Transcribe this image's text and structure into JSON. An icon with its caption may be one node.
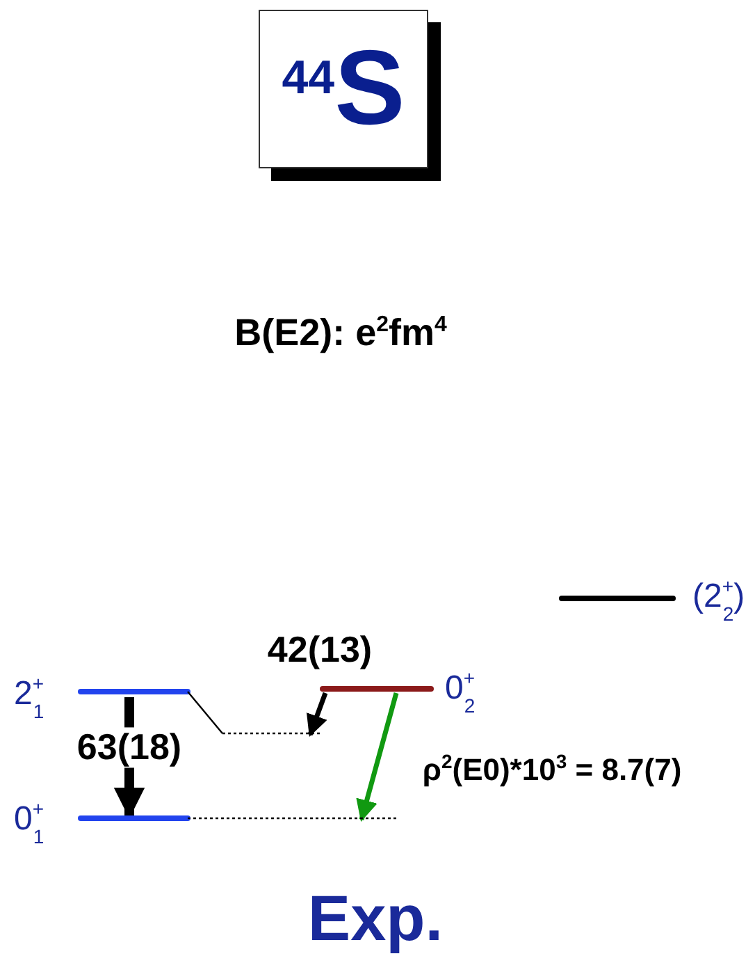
{
  "diagram": {
    "nodes": [
      {
        "text": [
          "$^{44}$S"
        ]
      },
      {
        "text": [
          "2$^{+}$$_{1}$"
        ]
      },
      {
        "text": [
          "0$^{+}$$_{1}$"
        ]
      },
      {
        "text": [
          "0$^{+}$$_{2}$"
        ]
      },
      {
        "text": [
          "(2$^{+}$$_{2}$)"
        ]
      }
    ],
    "edges": [
      {
        "from": 1,
        "to": 2,
        "arrow": "to",
        "label": "63(18)",
        "style": "thick"
      },
      {
        "from": 3,
        "to": 1,
        "arrow": "to",
        "label": "42(13)"
      },
      {
        "from": 3,
        "to": 2,
        "arrow": "to",
        "label": "ρ$^{2}$(E0)*10$^{3}$ = 8.7(7)",
        "color": "#119911"
      }
    ],
    "labels": [
      "B(E2):  e$^{2}$fm$^{4}$",
      "Exp."
    ]
  }
}
